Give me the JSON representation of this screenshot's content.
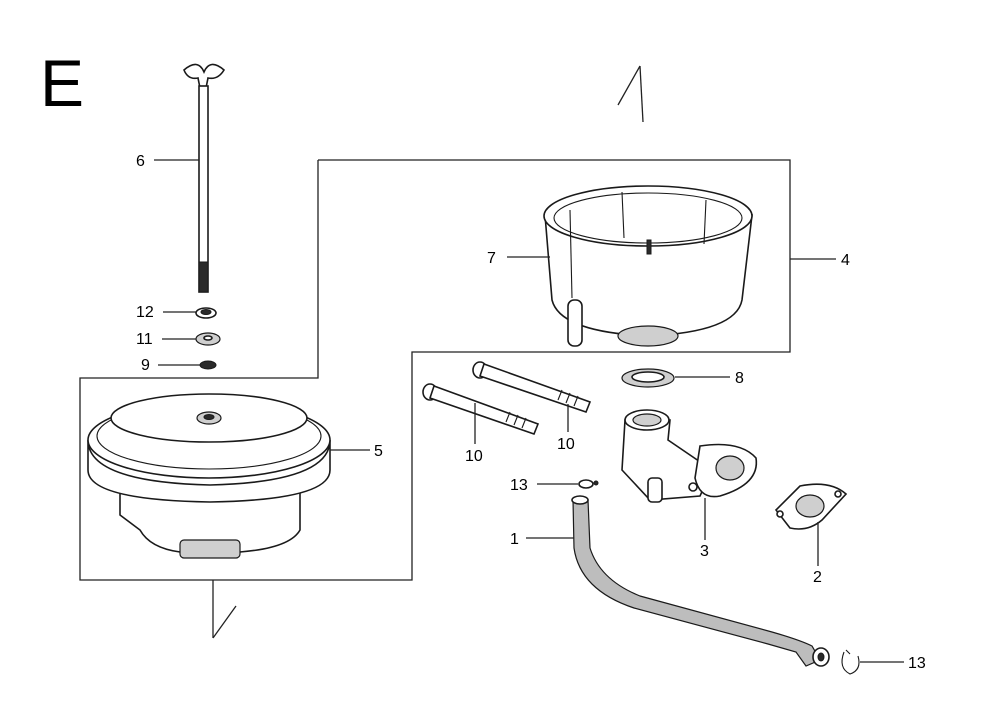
{
  "section_letter": "E",
  "labels": [
    {
      "key": "wing_bolt",
      "text": "6"
    },
    {
      "key": "washer_a",
      "text": "12"
    },
    {
      "key": "washer_b",
      "text": "11"
    },
    {
      "key": "nut",
      "text": "9"
    },
    {
      "key": "cover",
      "text": "5"
    },
    {
      "key": "element",
      "text": "7"
    },
    {
      "key": "case_group",
      "text": "4"
    },
    {
      "key": "packing",
      "text": "8"
    },
    {
      "key": "bolt_left",
      "text": "10"
    },
    {
      "key": "bolt_right",
      "text": "10"
    },
    {
      "key": "clip_upper",
      "text": "13"
    },
    {
      "key": "elbow",
      "text": "3"
    },
    {
      "key": "gasket",
      "text": "2"
    },
    {
      "key": "tube",
      "text": "1"
    },
    {
      "key": "clip_lower",
      "text": "13"
    }
  ]
}
